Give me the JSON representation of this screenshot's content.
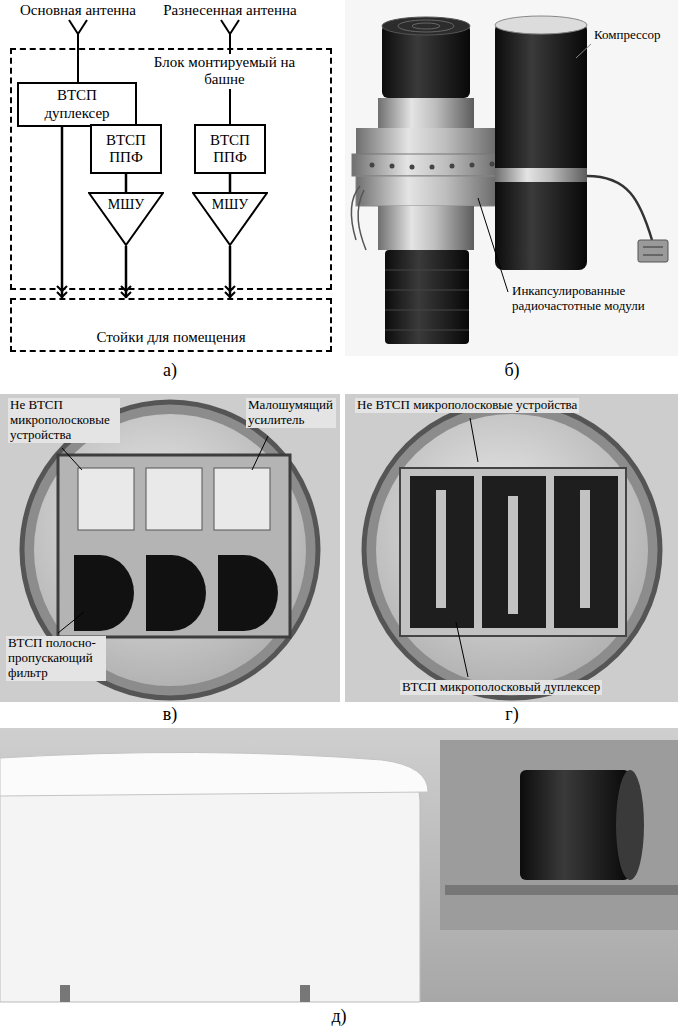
{
  "diagram": {
    "nodes": [
      {
        "text": [
          "Блок монтируемый на башне"
        ]
      },
      {
        "text": [
          "ВТСП дуплексер"
        ],
        "in": 0
      },
      {
        "text": [
          "ВТСП ППФ"
        ],
        "in": 0
      },
      {
        "text": [
          "ВТСП ППФ"
        ],
        "in": 0
      },
      {
        "text": [
          "МШУ"
        ],
        "in": 0
      },
      {
        "text": [
          "МШУ"
        ],
        "in": 0
      },
      {
        "text": [
          "Стойки для помещения"
        ]
      }
    ],
    "edges": [
      {
        "from": 1,
        "to": 2,
        "arrow": "none"
      },
      {
        "from": 2,
        "to": 4,
        "arrow": "none"
      },
      {
        "from": 3,
        "to": 5,
        "arrow": "none"
      },
      {
        "from": 1,
        "to": 6,
        "arrow": "to"
      },
      {
        "from": 4,
        "to": 6,
        "arrow": "to"
      },
      {
        "from": 5,
        "to": 6,
        "arrow": "to"
      }
    ],
    "labels": [
      "Основная антенна",
      "Разнесенная антенна",
      "а)",
      "Компрессор",
      "Инкапсулированные радиочастотные модули",
      "б)",
      "Не ВТСП микрополосковые устройства",
      "Малошумящий усилитель",
      "ВТСП полосно-пропускающий фильтр",
      "в)",
      "Не ВТСП микрополосковые устройства",
      "ВТСП микрополосковый дуплексер",
      "г)",
      "д)"
    ]
  }
}
